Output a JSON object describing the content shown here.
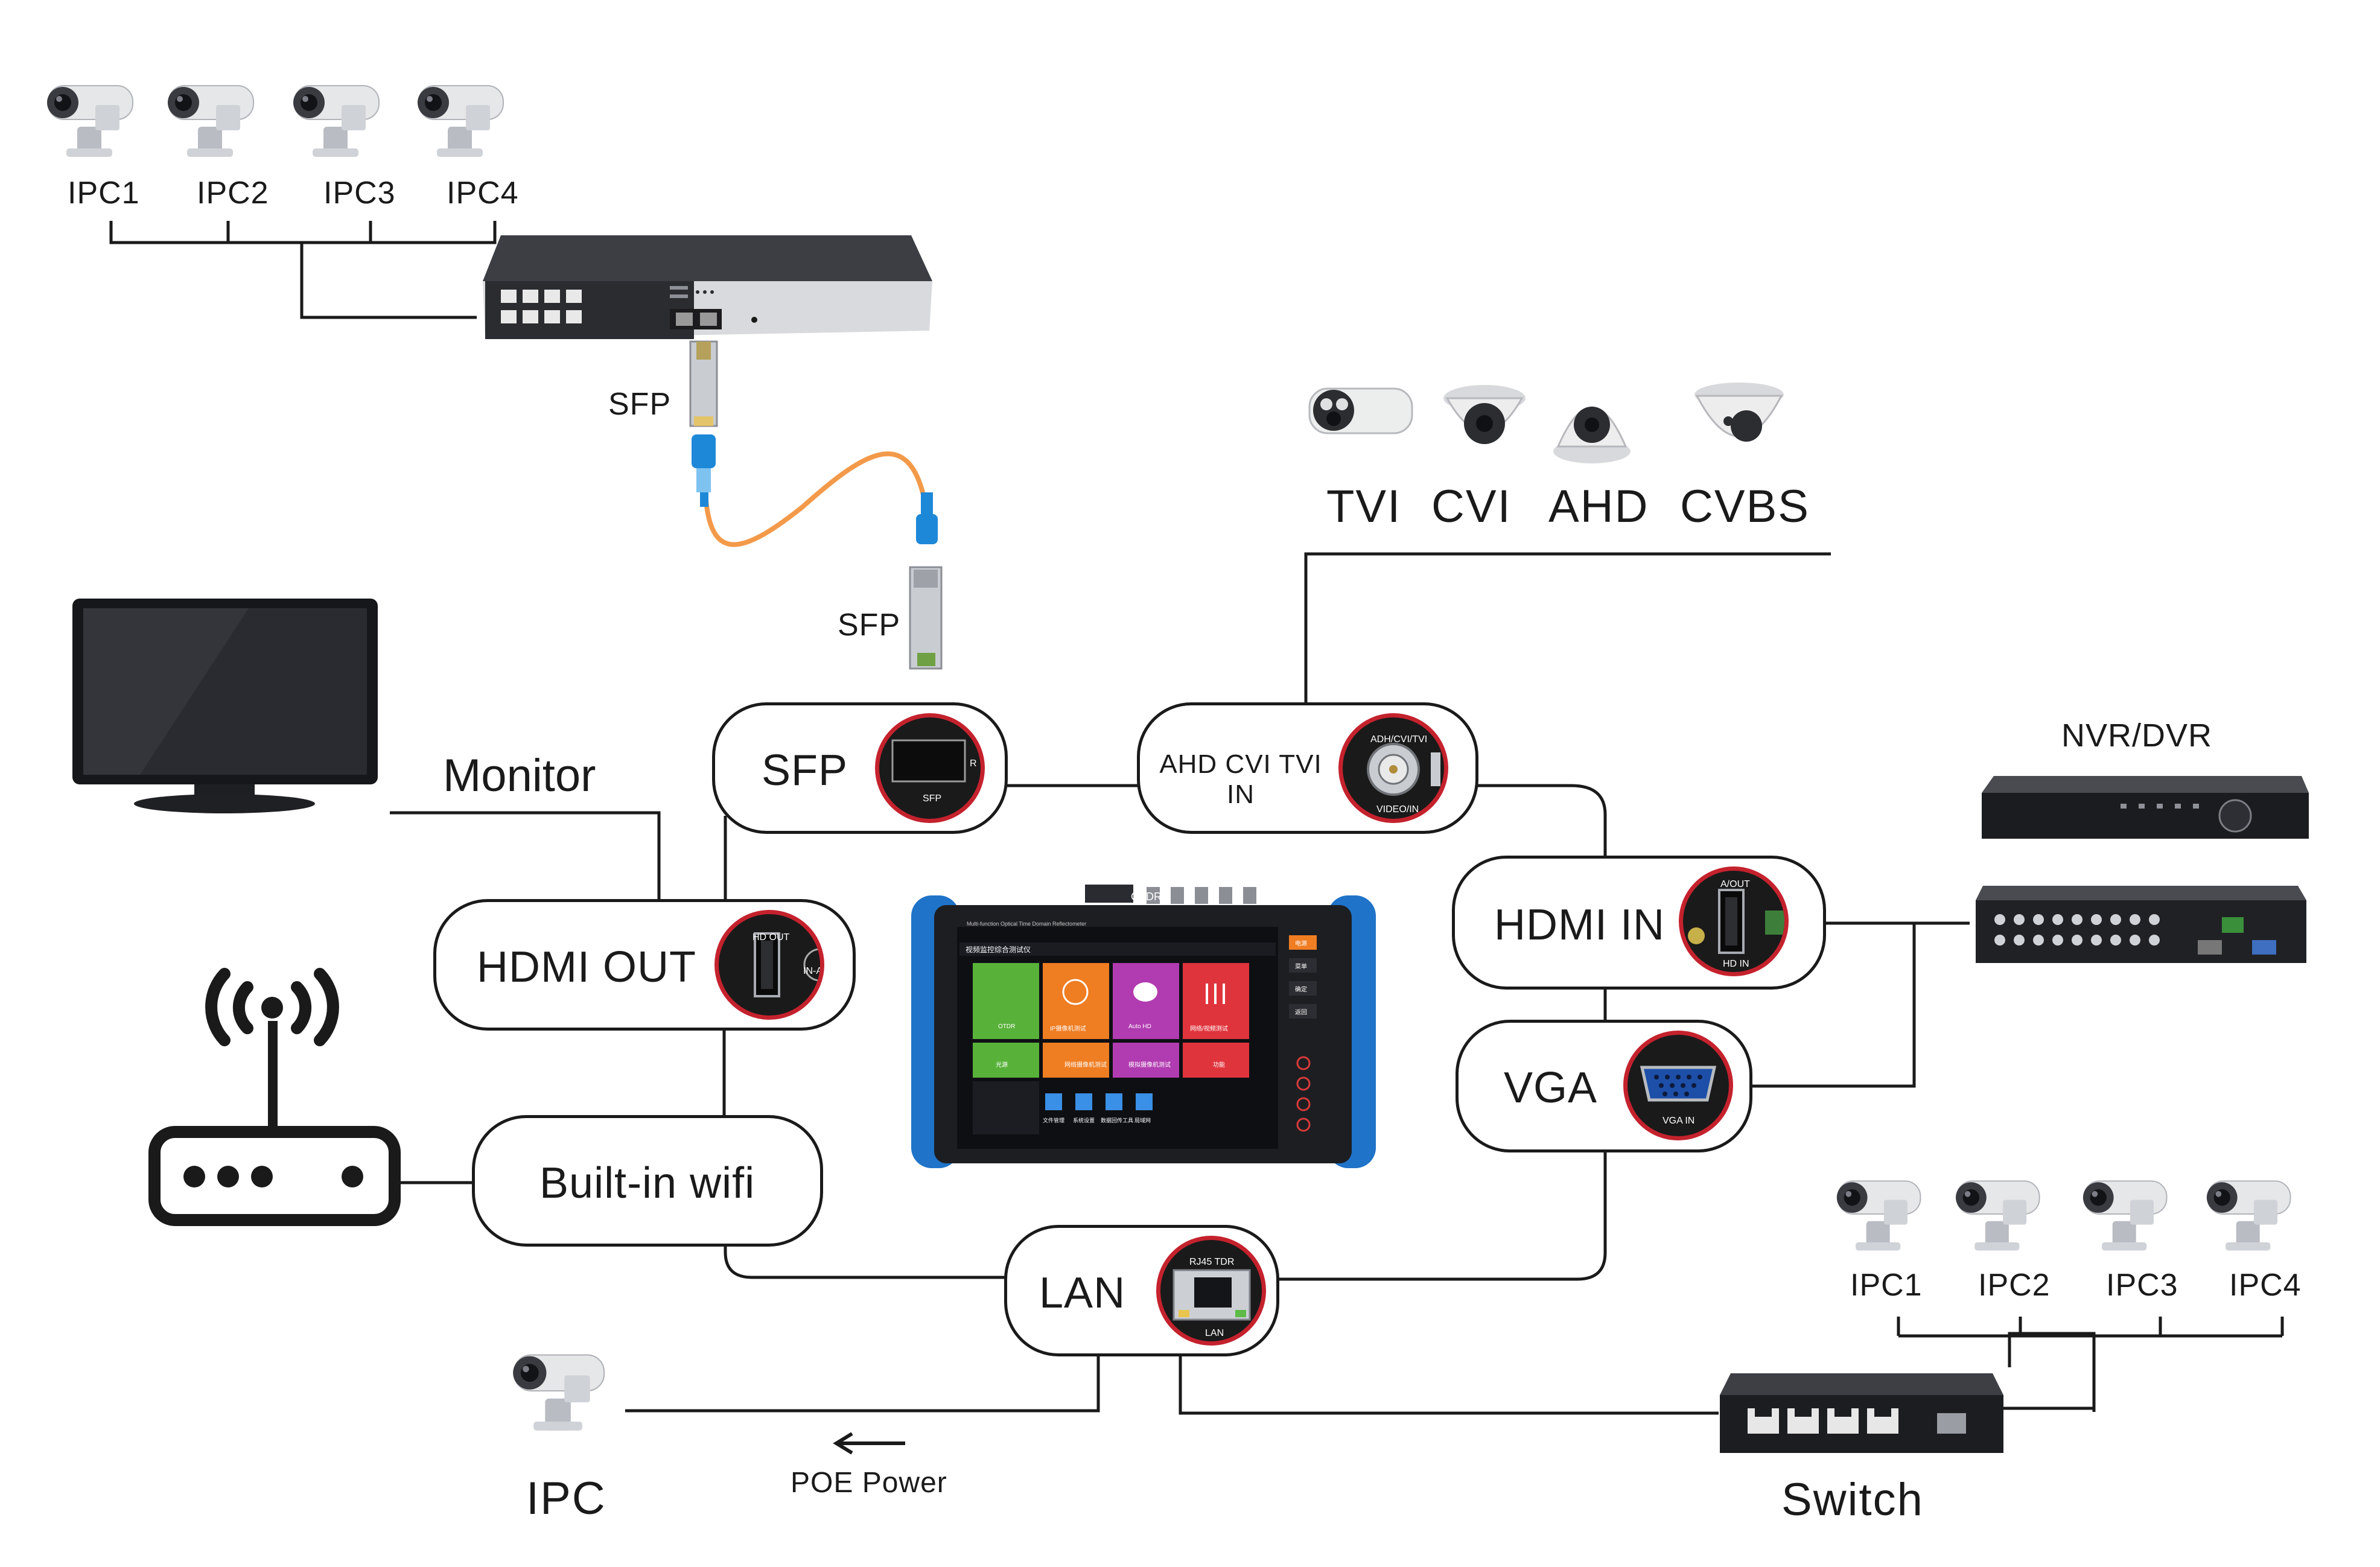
{
  "top_cameras": [
    "IPC1",
    "IPC2",
    "IPC3",
    "IPC4"
  ],
  "bottom_cameras": [
    "IPC1",
    "IPC2",
    "IPC3",
    "IPC4"
  ],
  "sfp_labels": [
    "SFP",
    "SFP"
  ],
  "camera_types": [
    "TVI",
    "CVI",
    "AHD",
    "CVBS"
  ],
  "monitor_label": "Monitor",
  "nvr_label": "NVR/DVR",
  "ipc_label": "IPC",
  "poe_label": "POE Power",
  "switch_label": "Switch",
  "device": {
    "top_tag": "OTDR",
    "title_line": "Multi-function Optical Time Domain Reflectometer",
    "screen_title": "视频监控综合测试仪",
    "tiles": [
      "OTDR",
      "IP摄像机测试",
      "Auto HD",
      "网络/视频测试",
      "光源",
      "网络摄像机测试",
      "模拟摄像机测试",
      "功能"
    ],
    "side_buttons": [
      "电源",
      "菜单",
      "确定",
      "返回"
    ],
    "dock_items": [
      "文件管理",
      "系统设置",
      "数据回传工具",
      "局域网"
    ]
  },
  "ports": {
    "sfp": {
      "label": "SFP",
      "caption": "SFP",
      "side": "R"
    },
    "analog": {
      "label": "AHD CVI TVI IN",
      "caption_top": "ADH/CVI/TVI",
      "caption_bottom": "VIDEO/IN"
    },
    "hdmi_out": {
      "label": "HDMI OUT",
      "caption": "HD OUT",
      "side": "IN-A"
    },
    "hdmi_in": {
      "label": "HDMI IN",
      "caption_top": "A/OUT",
      "caption_bottom": "HD IN"
    },
    "vga": {
      "label": "VGA",
      "caption": "VGA IN"
    },
    "wifi": {
      "label": "Built-in wifi"
    },
    "lan": {
      "label": "LAN",
      "caption_top": "RJ45 TDR",
      "caption_bottom": "LAN"
    }
  },
  "colors": {
    "line": "#1a1a1a",
    "fiber": "#f39a4a",
    "badge_ring": "#c4222d",
    "tile_green": "#58b23a",
    "tile_orange": "#ef7d22",
    "tile_magenta": "#b13bb0",
    "tile_red": "#e0343c",
    "device_blue": "#1f73c8",
    "connector_blue": "#1e88d8"
  }
}
